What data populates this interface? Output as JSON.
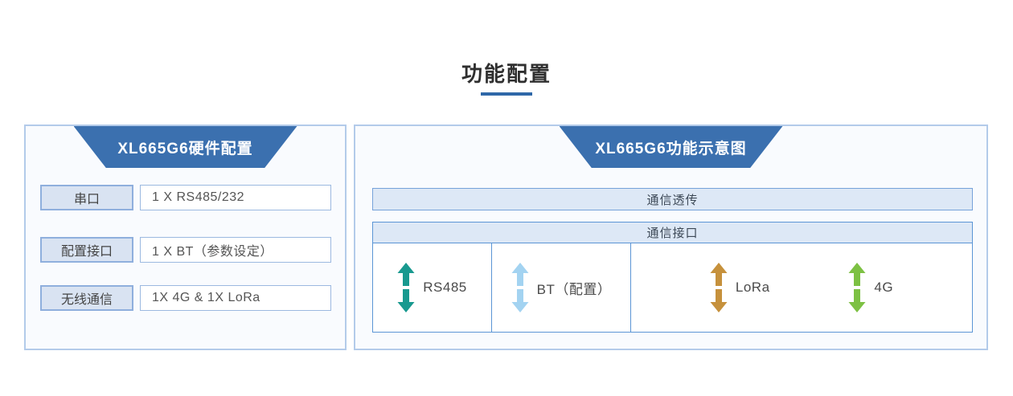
{
  "page": {
    "title": "功能配置",
    "accent_color": "#2e67a8",
    "header_blue": "#3b70af"
  },
  "left_panel": {
    "header": "XL665G6硬件配置",
    "rows": [
      {
        "label": "串口",
        "value": "1 X RS485/232"
      },
      {
        "label": "配置接口",
        "value": "1 X BT（参数设定）"
      },
      {
        "label": "无线通信",
        "value": "1X 4G & 1X LoRa"
      }
    ]
  },
  "right_panel": {
    "header": "XL665G6功能示意图",
    "passthrough_bar": "通信透传",
    "interface_bar": "通信接口",
    "arrows": [
      {
        "label": "RS485",
        "icon": "double-arrow-vertical-icon",
        "color": "#18998f"
      },
      {
        "label": "BT（配置）",
        "icon": "double-arrow-vertical-icon",
        "color": "#a3d3f1"
      },
      {
        "label": "LoRa",
        "icon": "double-arrow-vertical-icon",
        "color": "#c6913c"
      },
      {
        "label": "4G",
        "icon": "double-arrow-vertical-icon",
        "color": "#7dc143"
      }
    ]
  }
}
